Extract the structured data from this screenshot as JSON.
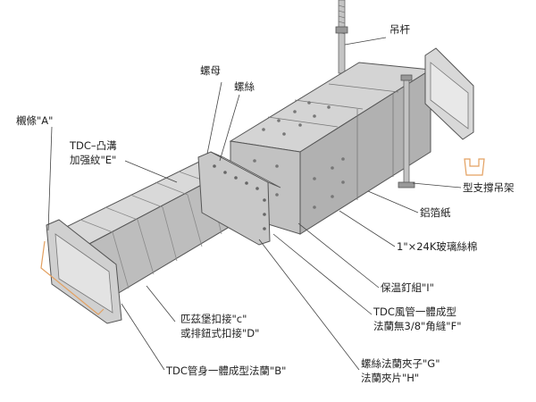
{
  "labels": {
    "hanger_rod": "吊杆",
    "nut": "螺母",
    "thread": "螺絲",
    "rib_a": "櫬條\"A\"",
    "rib_e_1": "TDC–凸溝",
    "rib_e_2": "加强紋\"E\"",
    "support_bracket": "型支撐吊架",
    "foil": "鋁箔紙",
    "insulation": "1\"×24K玻璃絲棉",
    "pin": "保温釘組\"I\"",
    "flange_f_1": "TDC風管一體成型",
    "flange_f_2": "法蘭無3/8\"角縫\"F\"",
    "seam_1": "匹茲堡扣接\"c\"",
    "seam_2": "或排鈕式扣接\"D\"",
    "clip_1": "螺絲法蘭夾子\"G\"",
    "clip_2": "法蘭夾片\"H\"",
    "flange_b": "TDC管身一體成型法蘭\"B\""
  },
  "colors": {
    "duct_light": "#dadada",
    "duct_mid": "#bdbdbd",
    "duct_dark": "#a9a9a9",
    "outline": "#555555",
    "leader": "#444444",
    "flange_highlight": "#f3d9b9"
  }
}
